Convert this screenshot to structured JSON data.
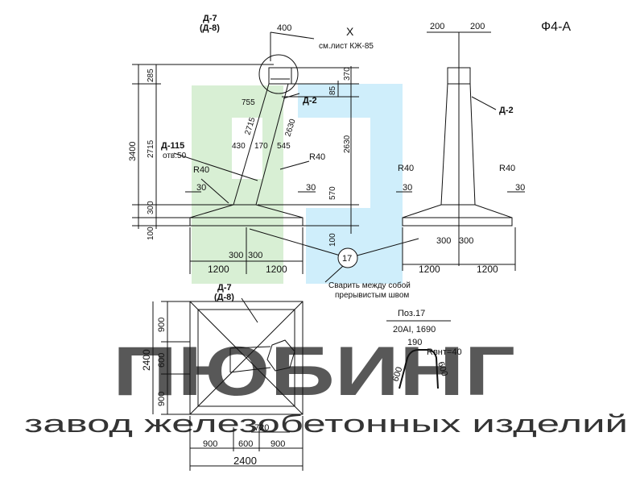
{
  "title": "Ф4-А",
  "watermark": {
    "brand": "ПЮБИНГ",
    "tagline": "завод железобетонных изделий",
    "colors": {
      "green": "#d8efd4",
      "blue": "#cfeefb",
      "text": "#c9c9c9"
    }
  },
  "front": {
    "top_labels": [
      "Д-7",
      "(Д-8)"
    ],
    "dim_400": "400",
    "detail_mark": "X",
    "sheet_ref": "см.лист КЖ-85",
    "d2": "Д-2",
    "d115": "Д-115",
    "hole": "отв.50",
    "r40_left": "R40",
    "r40_right": "R40",
    "left_dims": [
      "3400",
      "285",
      "2715",
      "300",
      "100"
    ],
    "right_dims": [
      "370",
      "85",
      "2630",
      "570",
      "100"
    ],
    "inner": [
      "755",
      "2715",
      "2630",
      "430",
      "170",
      "545"
    ],
    "thirty_left": "30",
    "thirty_right": "30",
    "b300a": "300",
    "b300b": "300",
    "b1200a": "1200",
    "b1200b": "1200",
    "pos_marker": "17",
    "weld_note": [
      "Сварить между собой",
      "прерывистым швом"
    ]
  },
  "side": {
    "top_dims": [
      "200",
      "200"
    ],
    "d2": "Д-2",
    "r40_left": "R40",
    "r40_right": "R40",
    "thirty_left": "30",
    "thirty_right": "30",
    "b300a": "300",
    "b300b": "300",
    "b1200a": "1200",
    "b1200b": "1200"
  },
  "plan": {
    "labels": [
      "Д-7",
      "(Д-8)"
    ],
    "left_dims": [
      "900",
      "600",
      "900"
    ],
    "overall_left": "2400",
    "dim_720": "720",
    "bottom_dims": [
      "900",
      "600",
      "900"
    ],
    "overall_bottom": "2400"
  },
  "bar": {
    "title": "Поз.17",
    "spec": "20AI, 1690",
    "dims": [
      "190",
      "600",
      "600"
    ],
    "radius": "Rвнт=40"
  }
}
